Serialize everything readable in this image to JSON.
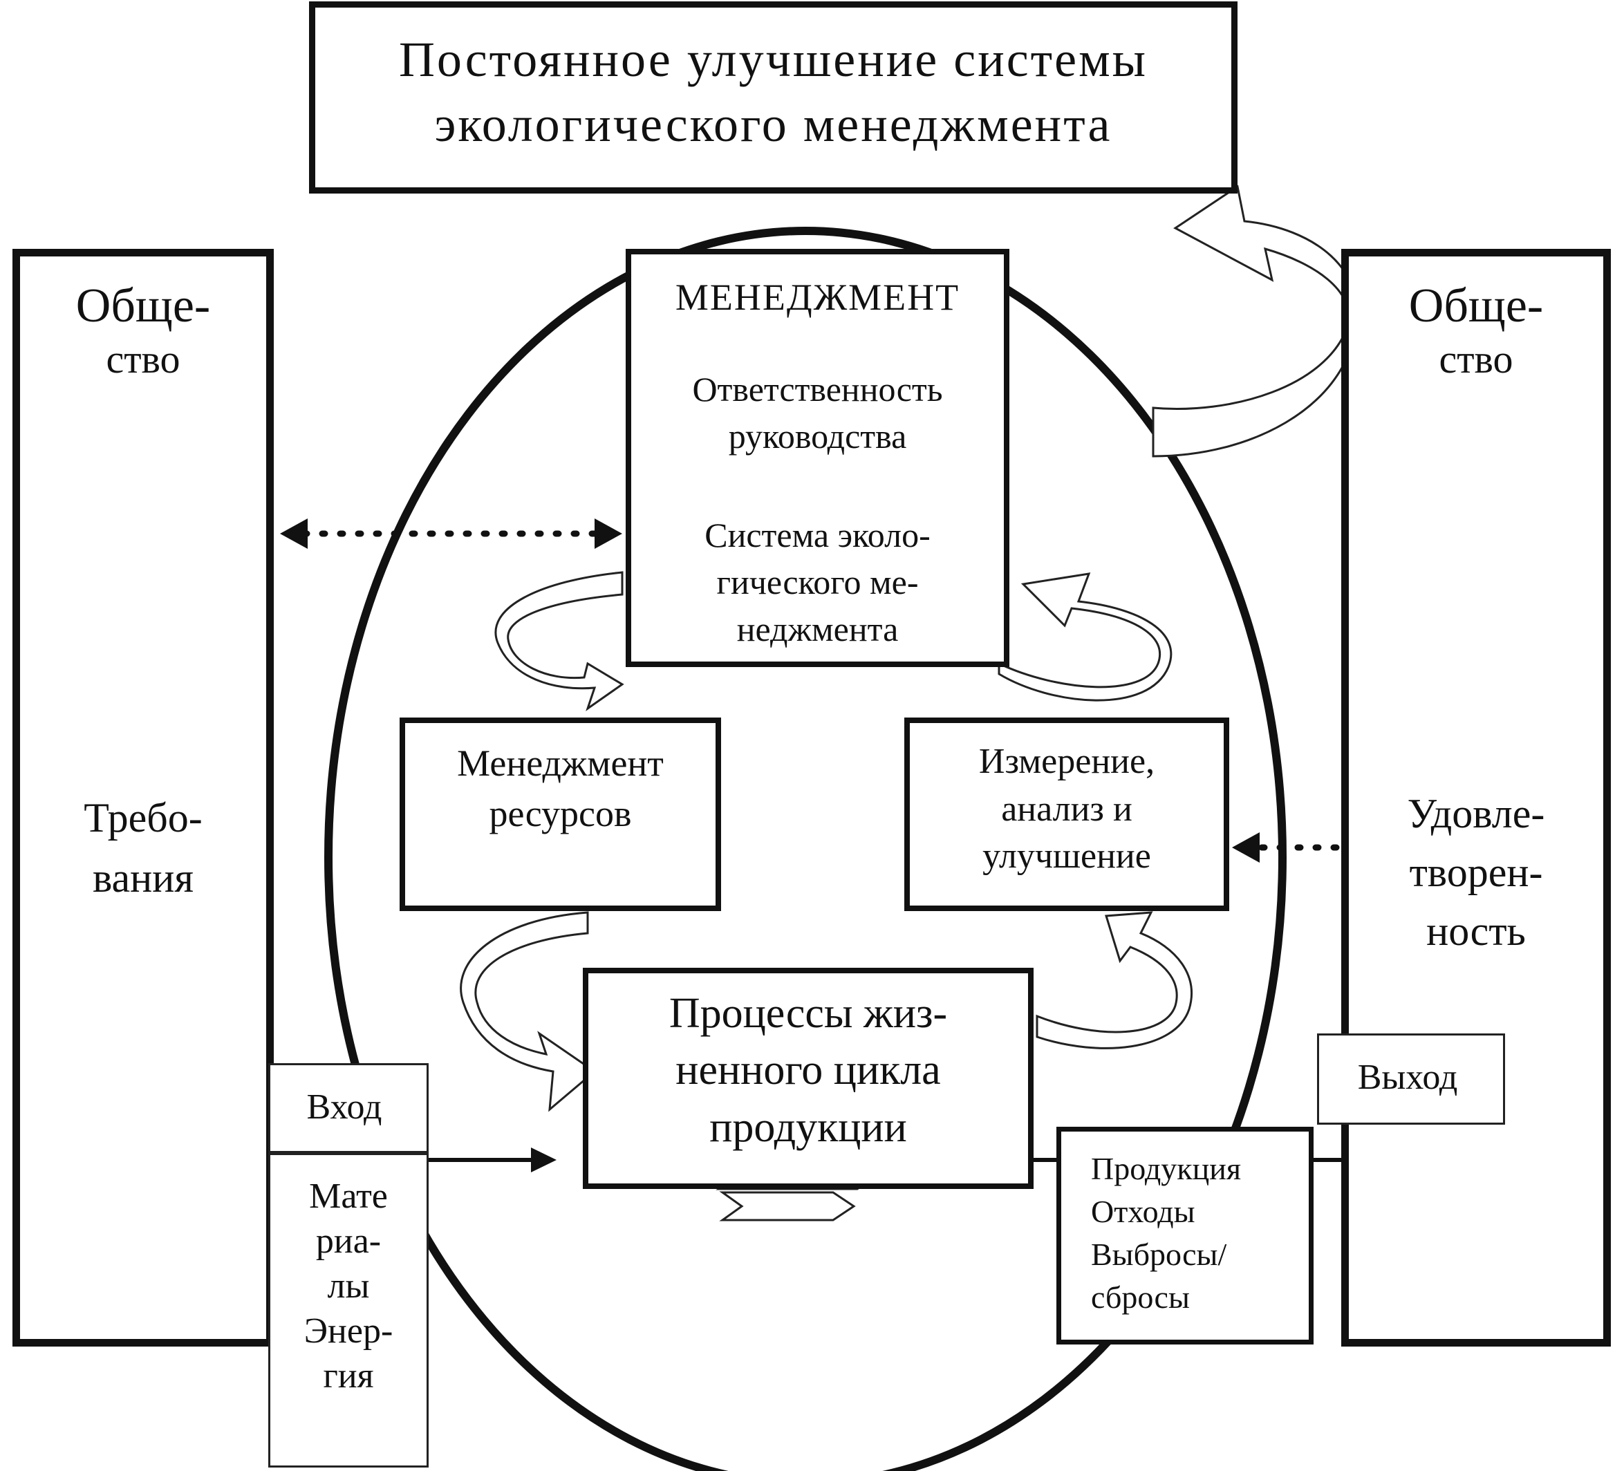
{
  "title": {
    "line1": "Постоянное улучшение системы",
    "line2": "экологического менеджмента"
  },
  "society_left": {
    "top1": "Обще-",
    "top2": "ство",
    "req1": "Требо-",
    "req2": "вания"
  },
  "society_right": {
    "top1": "Обще-",
    "top2": "ство",
    "sat1": "Удовле-",
    "sat2": "творен-",
    "sat3": "ность"
  },
  "management": {
    "title": "МЕНЕДЖМЕНТ",
    "resp1": "Ответственность",
    "resp2": "руководства",
    "sys1": "Система эколо-",
    "sys2": "гического ме-",
    "sys3": "неджмента"
  },
  "resources": {
    "line1": "Менеджмент",
    "line2": "ресурсов"
  },
  "measurement": {
    "line1": "Измерение,",
    "line2": "анализ и",
    "line3": "улучшение"
  },
  "lifecycle": {
    "line1": "Процессы жиз-",
    "line2": "ненного цикла",
    "line3": "продукции"
  },
  "input": {
    "label": "Вход",
    "m1": "Мате",
    "m2": "риа-",
    "m3": "лы",
    "e1": "Энер-",
    "e2": "гия"
  },
  "output": {
    "label": "Выход",
    "o1": "Продукция",
    "o2": "Отходы",
    "o3": "Выбросы/",
    "o4": "сбросы"
  }
}
